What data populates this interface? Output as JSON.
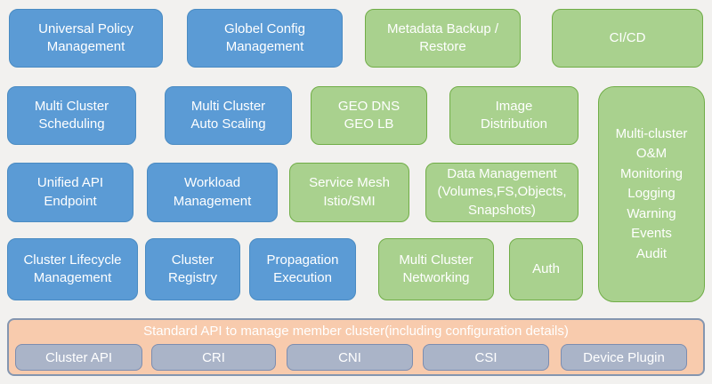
{
  "colors": {
    "background": "#F2F1EF",
    "blue_fill": "#5B9BD5",
    "blue_border": "#4A8BC2",
    "green_fill": "#A9D18E",
    "green_border": "#70AD47",
    "orange_fill": "#F8CBAD",
    "bar_border": "#8496B0",
    "gray_fill": "#AAB4C8",
    "gray_border": "#7C8DB0",
    "text": "#FFFFFF"
  },
  "rows": [
    {
      "boxes": [
        {
          "label": "Universal Policy\nManagement"
        },
        {
          "label": "Globel Config\nManagement"
        },
        {
          "label": "Metadata Backup /\nRestore"
        },
        {
          "label": "CI/CD"
        }
      ]
    },
    {
      "boxes": [
        {
          "label": "Multi Cluster\nScheduling"
        },
        {
          "label": "Multi Cluster\nAuto Scaling"
        },
        {
          "label": "GEO DNS\nGEO LB"
        },
        {
          "label": "Image\nDistribution"
        }
      ]
    },
    {
      "boxes": [
        {
          "label": "Unified API\nEndpoint"
        },
        {
          "label": "Workload\nManagement"
        },
        {
          "label": "Service Mesh\nIstio/SMI"
        },
        {
          "label": "Data Management\n(Volumes,FS,Objects,\nSnapshots)"
        }
      ]
    },
    {
      "boxes": [
        {
          "label": "Cluster Lifecycle\nManagement"
        },
        {
          "label": "Cluster\nRegistry"
        },
        {
          "label": "Propagation\nExecution"
        },
        {
          "label": "Multi Cluster\nNetworking"
        },
        {
          "label": "Auth"
        }
      ]
    }
  ],
  "tall_box": {
    "label": "Multi-cluster\nO&M\nMonitoring\nLogging\nWarning\nEvents\nAudit"
  },
  "bottom_bar": {
    "title": "Standard API to manage member cluster(including configuration details)",
    "items": [
      {
        "label": "Cluster API"
      },
      {
        "label": "CRI"
      },
      {
        "label": "CNI"
      },
      {
        "label": "CSI"
      },
      {
        "label": "Device Plugin"
      }
    ]
  }
}
